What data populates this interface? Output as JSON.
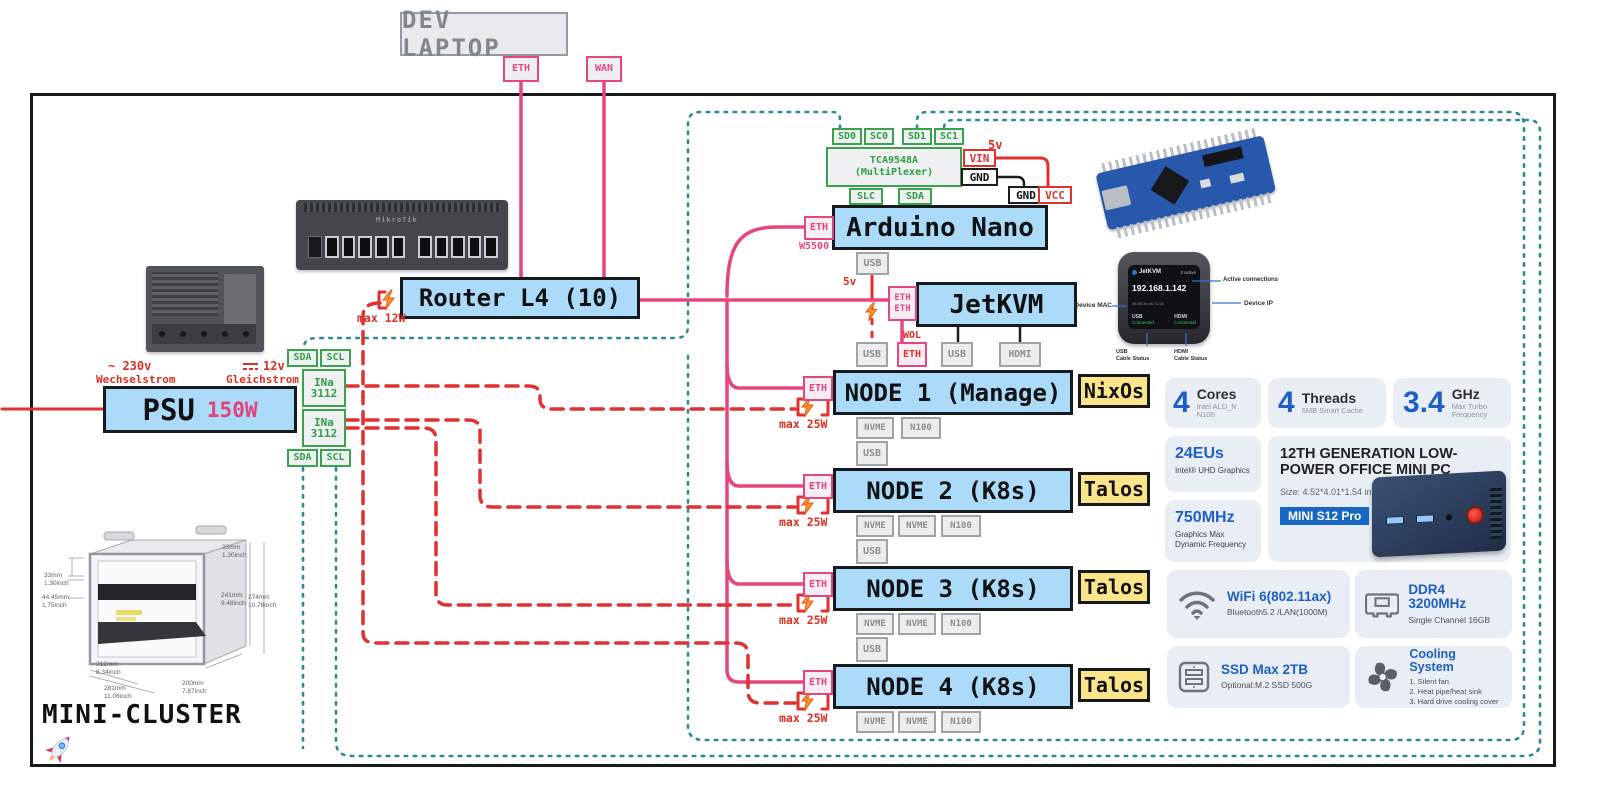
{
  "laptop": {
    "title": "DEV LAPTOP",
    "eth": "ETH",
    "wan": "WAN"
  },
  "router": {
    "title": "Router L4 (10)",
    "power": "max 12W",
    "brand": "MikroTik"
  },
  "psu": {
    "title": "PSU",
    "watts": "150W",
    "ac": "~ 230v",
    "ac_type": "Wechselstrom",
    "dc": "12v",
    "dc_type": "Gleichstrom"
  },
  "i2c": {
    "sda": "SDA",
    "scl": "SCL",
    "ina": "INa\n3112"
  },
  "mux": {
    "chip": "TCA9548A",
    "name": "(MultiPlexer)",
    "sd0": "SD0",
    "sc0": "SC0",
    "sd1": "SD1",
    "sc1": "SC1",
    "slc": "SLC",
    "sda": "SDA"
  },
  "arduino": {
    "title": "Arduino Nano",
    "eth": "ETH",
    "chip": "W5500",
    "usb": "USB",
    "v5_top": "5v",
    "v5_usb": "5v",
    "vin": "VIN",
    "gnd": "GND",
    "gnd2": "GND",
    "vcc": "VCC"
  },
  "jetkvm": {
    "title": "JetKVM",
    "eth": "ETH",
    "eth2": "ETH",
    "wol": "WOL",
    "screen": {
      "brand": "JetKVM",
      "active": "2 active",
      "ip": "192.168.1.142",
      "mac": "46:95:3c:e6:72:0c",
      "usb": "USB",
      "usb_status": "Connected",
      "hdmi": "HDMI",
      "hdmi_status": "Connected"
    },
    "ann": {
      "mac": "Device MAC",
      "active": "Active connections",
      "ip": "Device IP",
      "usb": "USB\nCable Status",
      "hdmi": "HDMI\nCable Status"
    }
  },
  "nodes": [
    {
      "title": "NODE 1 (Manage)",
      "os": "NixOs",
      "eth": "ETH",
      "power": "max 25W",
      "p0": "USB",
      "p1": "ETH",
      "p2": "USB",
      "p3": "HDMI",
      "b0": "NVME",
      "b1": "N100"
    },
    {
      "title": "NODE 2 (K8s)",
      "os": "Talos",
      "eth": "ETH",
      "power": "max 25W",
      "usb": "USB",
      "b0": "NVME",
      "b1": "NVME",
      "b2": "N100"
    },
    {
      "title": "NODE 3 (K8s)",
      "os": "Talos",
      "eth": "ETH",
      "power": "max 25W",
      "usb": "USB",
      "b0": "NVME",
      "b1": "NVME",
      "b2": "N100"
    },
    {
      "title": "NODE 4 (K8s)",
      "os": "Talos",
      "eth": "ETH",
      "power": "max 25W",
      "usb": "USB",
      "b0": "NVME",
      "b1": "NVME",
      "b2": "N100"
    }
  ],
  "specs": {
    "r1": [
      {
        "num": "4",
        "title": "Cores",
        "sub": "Intel ALD_N N100"
      },
      {
        "num": "4",
        "title": "Threads",
        "sub": "6MB Smart Cache"
      },
      {
        "num": "3.4",
        "title": "GHz",
        "sub": "Max Turbo Frequency"
      }
    ],
    "gpu_eu": {
      "title": "24EUs",
      "sub": "Intel® UHD Graphics"
    },
    "gpu_mhz": {
      "title": "750MHz",
      "sub": "Graphics Max\nDynamic Frequency"
    },
    "pc": {
      "title": "12TH GENERATION LOW-POWER OFFICE MINI PC",
      "size": "Size: 4.52*4.01*1.54 in",
      "badge": "MINI S12 Pro"
    },
    "wifi": {
      "title": "WiFi 6(802.11ax)",
      "sub": "Bluetooth5.2 /LAN(1000M)"
    },
    "ram": {
      "title": "DDR4 3200MHz",
      "sub": "Single Channel 16GB"
    },
    "ssd": {
      "title": "SSD Max 2TB",
      "sub": "Optional:M.2 SSD 500G"
    },
    "cool": {
      "title": "Cooling System",
      "i1": "1. Silent fan",
      "i2": "2. Heat pipe/heat sink",
      "i3": "3. Hard drive cooling cover"
    }
  },
  "cluster": {
    "title": "MINI-CLUSTER"
  },
  "rack": {
    "d1": "33mm\n1.30inch",
    "d2": "44.45mm\n1.75inch",
    "d3": "33mm\n1.30inch",
    "d4": "241mm\n9.48inch",
    "d5": "274mm\n10.78inch",
    "d6": "212mm\n8.34inch",
    "d7": "281mm\n11.06inch",
    "d8": "200mm\n7.87inch"
  }
}
